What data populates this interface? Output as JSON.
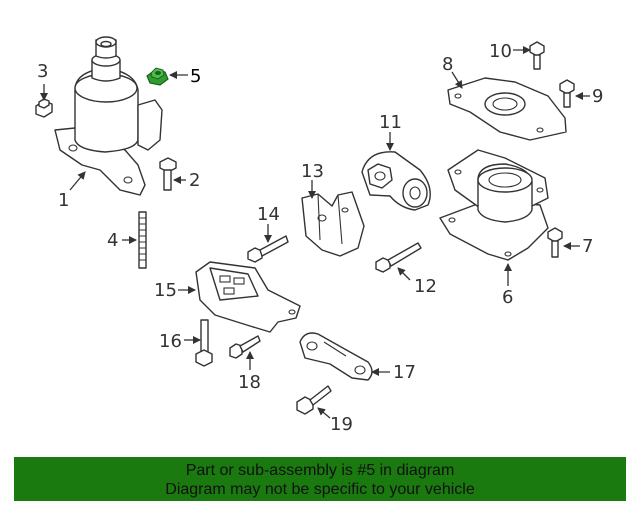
{
  "diagram": {
    "callouts": [
      {
        "id": "1",
        "label": "1"
      },
      {
        "id": "2",
        "label": "2"
      },
      {
        "id": "3",
        "label": "3"
      },
      {
        "id": "4",
        "label": "4"
      },
      {
        "id": "5",
        "label": "5",
        "highlighted": true
      },
      {
        "id": "6",
        "label": "6"
      },
      {
        "id": "7",
        "label": "7"
      },
      {
        "id": "8",
        "label": "8"
      },
      {
        "id": "9",
        "label": "9"
      },
      {
        "id": "10",
        "label": "10"
      },
      {
        "id": "11",
        "label": "11"
      },
      {
        "id": "12",
        "label": "12"
      },
      {
        "id": "13",
        "label": "13"
      },
      {
        "id": "14",
        "label": "14"
      },
      {
        "id": "15",
        "label": "15"
      },
      {
        "id": "16",
        "label": "16"
      },
      {
        "id": "17",
        "label": "17"
      },
      {
        "id": "18",
        "label": "18"
      },
      {
        "id": "19",
        "label": "19"
      }
    ],
    "highlight_color": "#2f9e2f",
    "line_color": "#333333"
  },
  "banner": {
    "line1": "Part or sub-assembly is #5 in diagram",
    "line2": "Diagram may not be specific to your vehicle",
    "background": "#1a7a0f"
  }
}
